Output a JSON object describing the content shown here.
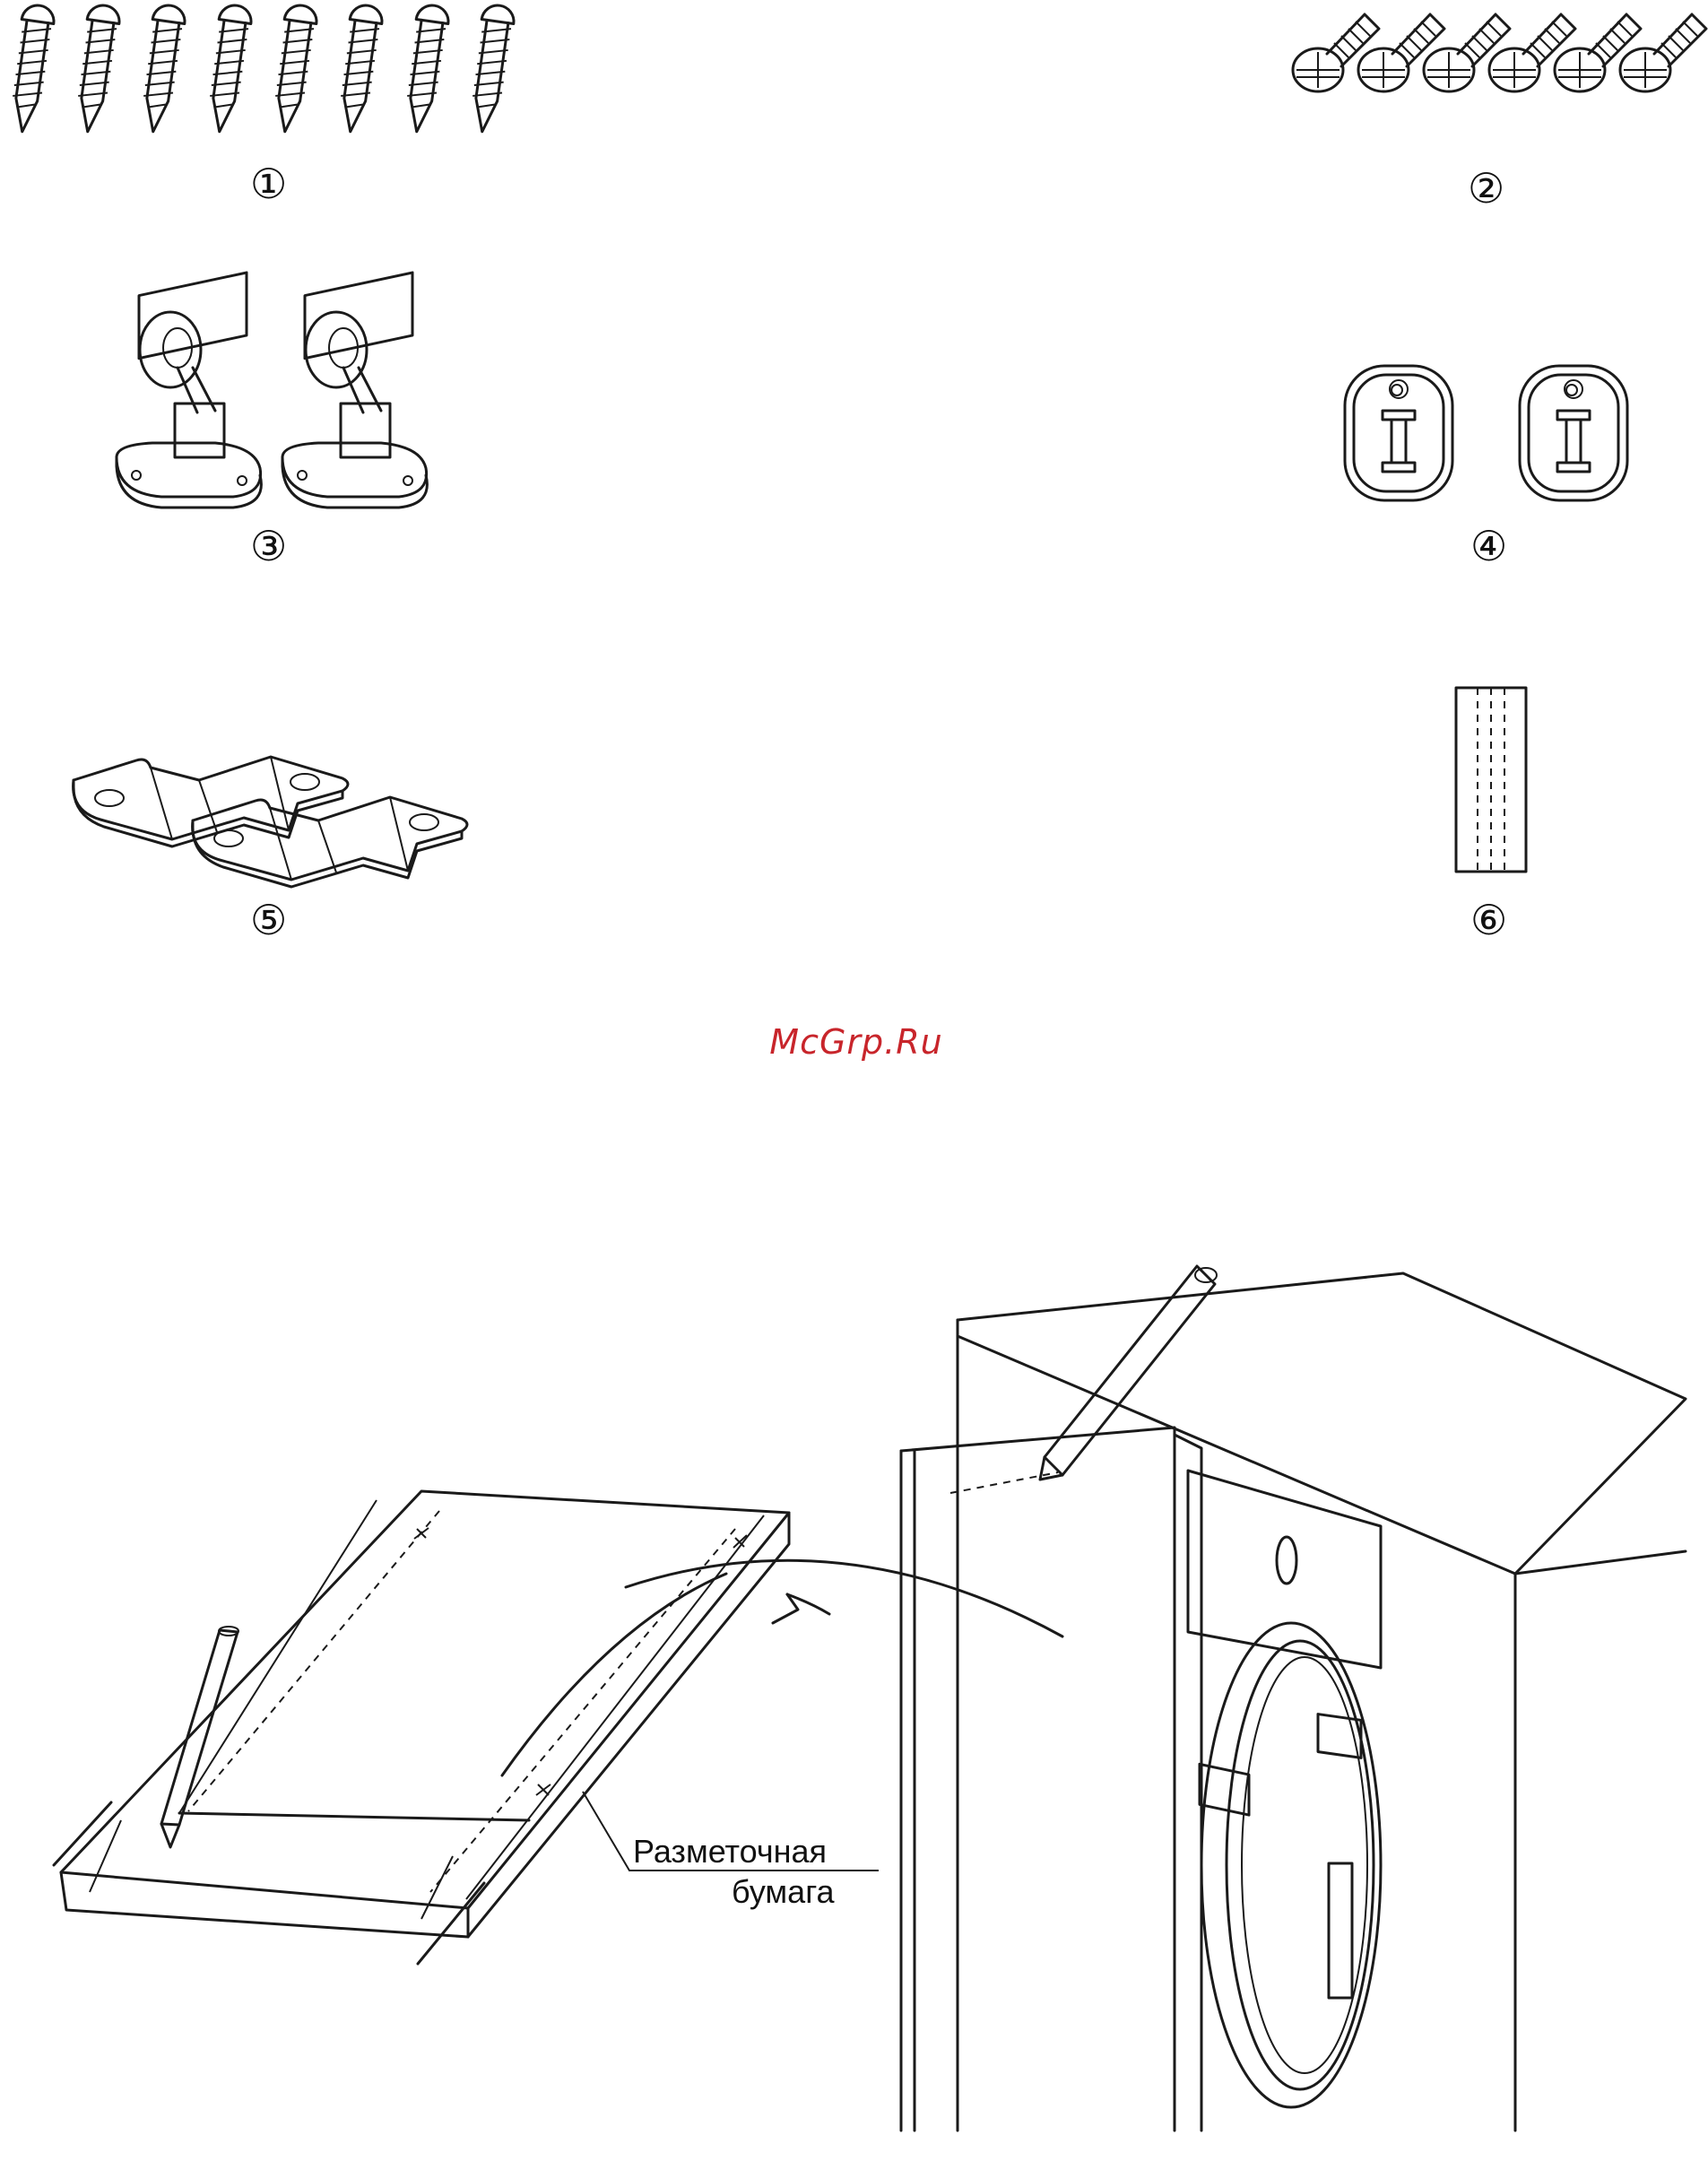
{
  "parts": [
    {
      "number": "①",
      "icon": "tapping-screw-icon",
      "count": 8
    },
    {
      "number": "②",
      "icon": "machine-screw-icon",
      "count": 6
    },
    {
      "number": "③",
      "icon": "hinge-bracket-icon",
      "count": 2
    },
    {
      "number": "④",
      "icon": "magnet-holder-icon",
      "count": 2
    },
    {
      "number": "⑤",
      "icon": "mounting-plate-icon",
      "count": 2
    },
    {
      "number": "⑥",
      "icon": "adhesive-strip-icon",
      "count": 1
    }
  ],
  "watermark": "McGrp.Ru",
  "callout": {
    "line1": "Разметочная",
    "line2": "бумага"
  },
  "colors": {
    "line": "#1a1a1a",
    "watermark": "#c8252b",
    "background": "#ffffff"
  }
}
